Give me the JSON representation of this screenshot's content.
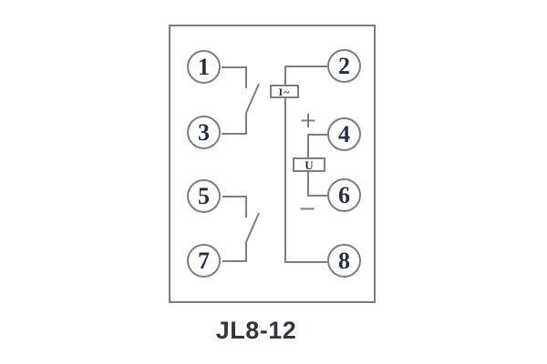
{
  "diagram": {
    "model": "JL8-12",
    "terminals": {
      "t1": "1",
      "t2": "2",
      "t3": "3",
      "t4": "4",
      "t5": "5",
      "t6": "6",
      "t7": "7",
      "t8": "8"
    },
    "elements": {
      "current_coil": "I~",
      "voltage_coil": "U"
    },
    "polarity": {
      "plus": "+",
      "minus": "−"
    },
    "colors": {
      "line": "#7e7e7e",
      "terminal_text": "#272f45",
      "caption_text": "#33363c",
      "background": "#ffffff"
    }
  }
}
